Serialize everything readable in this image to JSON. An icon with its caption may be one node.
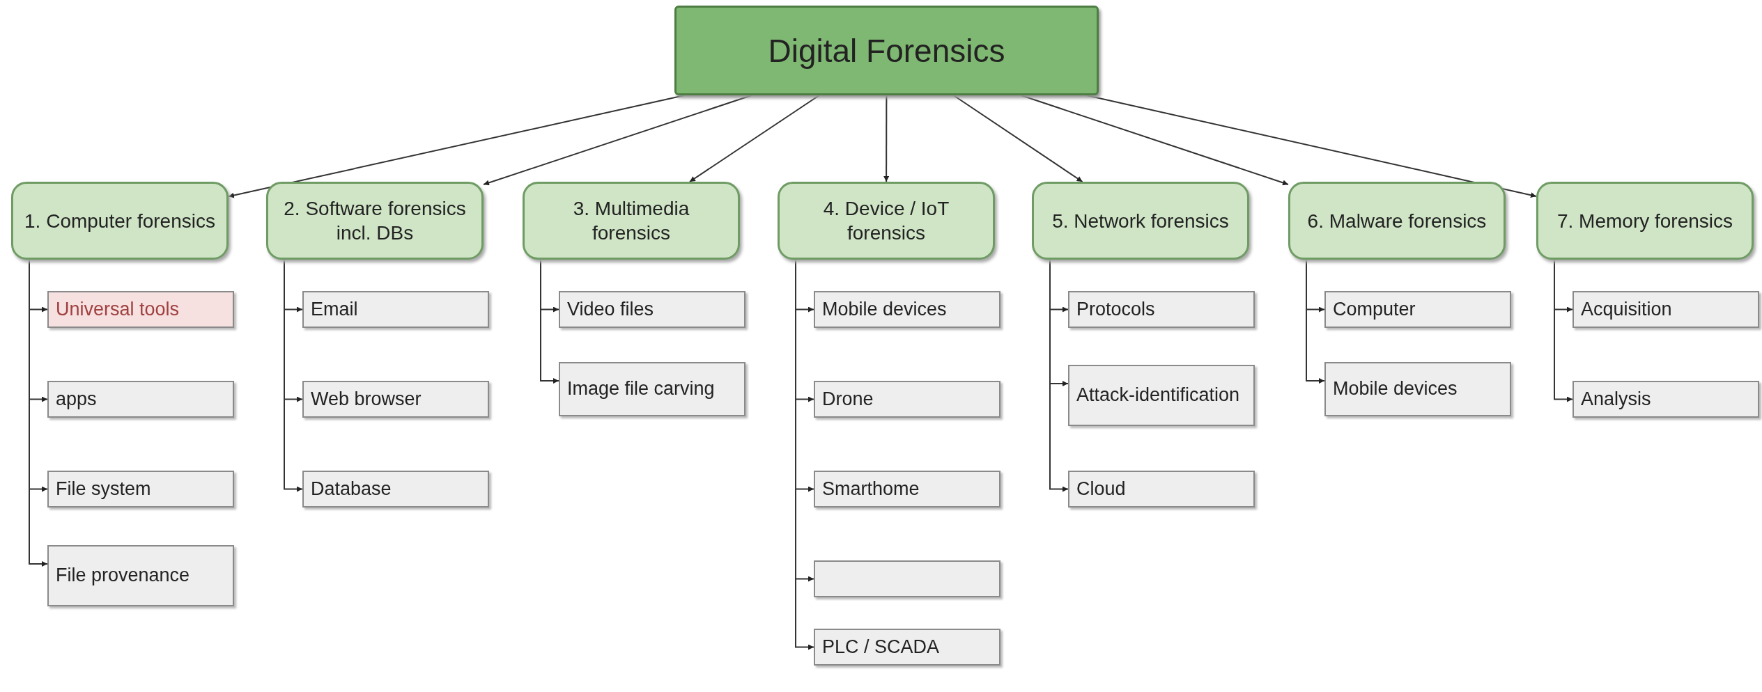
{
  "diagram": {
    "nodes": [
      {
        "text": [
          "Digital Forensics"
        ]
      },
      {
        "text": [
          "1. Computer forensics"
        ]
      },
      {
        "text": [
          "2. Software forensics incl. DBs"
        ]
      },
      {
        "text": [
          "3. Multimedia forensics"
        ]
      },
      {
        "text": [
          "4. Device / IoT forensics"
        ]
      },
      {
        "text": [
          "5. Network forensics"
        ]
      },
      {
        "text": [
          "6. Malware forensics"
        ]
      },
      {
        "text": [
          "7. Memory forensics"
        ]
      },
      {
        "text": [
          "Universal tools"
        ]
      },
      {
        "text": [
          "apps"
        ]
      },
      {
        "text": [
          "File system"
        ]
      },
      {
        "text": [
          "File provenance"
        ]
      },
      {
        "text": [
          "Email"
        ]
      },
      {
        "text": [
          "Web browser"
        ]
      },
      {
        "text": [
          "Database"
        ]
      },
      {
        "text": [
          "Video files"
        ]
      },
      {
        "text": [
          "Image file carving"
        ]
      },
      {
        "text": [
          "Mobile devices"
        ]
      },
      {
        "text": [
          "Drone"
        ]
      },
      {
        "text": [
          "Smarthome"
        ]
      },
      {
        "text": [],
        "shape": "box"
      },
      {
        "text": [
          "PLC / SCADA"
        ]
      },
      {
        "text": [
          "Protocols"
        ]
      },
      {
        "text": [
          "Attack-identification"
        ]
      },
      {
        "text": [
          "Cloud"
        ]
      },
      {
        "text": [
          "Computer"
        ]
      },
      {
        "text": [
          "Mobile devices"
        ]
      },
      {
        "text": [
          "Acquisition"
        ]
      },
      {
        "text": [
          "Analysis"
        ]
      }
    ],
    "edges": [
      {
        "from": 0,
        "to": 1,
        "arrow": "to"
      },
      {
        "from": 0,
        "to": 2,
        "arrow": "to"
      },
      {
        "from": 0,
        "to": 3,
        "arrow": "to"
      },
      {
        "from": 0,
        "to": 4,
        "arrow": "to"
      },
      {
        "from": 0,
        "to": 5,
        "arrow": "to"
      },
      {
        "from": 0,
        "to": 6,
        "arrow": "to"
      },
      {
        "from": 0,
        "to": 7,
        "arrow": "to"
      },
      {
        "from": 1,
        "to": 8,
        "arrow": "to"
      },
      {
        "from": 1,
        "to": 9,
        "arrow": "to"
      },
      {
        "from": 1,
        "to": 10,
        "arrow": "to"
      },
      {
        "from": 1,
        "to": 11,
        "arrow": "to"
      },
      {
        "from": 2,
        "to": 12,
        "arrow": "to"
      },
      {
        "from": 2,
        "to": 13,
        "arrow": "to"
      },
      {
        "from": 2,
        "to": 14,
        "arrow": "to"
      },
      {
        "from": 3,
        "to": 15,
        "arrow": "to"
      },
      {
        "from": 3,
        "to": 16,
        "arrow": "to"
      },
      {
        "from": 4,
        "to": 17,
        "arrow": "to"
      },
      {
        "from": 4,
        "to": 18,
        "arrow": "to"
      },
      {
        "from": 4,
        "to": 19,
        "arrow": "to"
      },
      {
        "from": 4,
        "to": 20,
        "arrow": "to"
      },
      {
        "from": 4,
        "to": 21,
        "arrow": "to"
      },
      {
        "from": 5,
        "to": 22,
        "arrow": "to"
      },
      {
        "from": 5,
        "to": 23,
        "arrow": "to"
      },
      {
        "from": 5,
        "to": 24,
        "arrow": "to"
      },
      {
        "from": 6,
        "to": 25,
        "arrow": "to"
      },
      {
        "from": 6,
        "to": 26,
        "arrow": "to"
      },
      {
        "from": 7,
        "to": 27,
        "arrow": "to"
      },
      {
        "from": 7,
        "to": 28,
        "arrow": "to"
      }
    ]
  }
}
